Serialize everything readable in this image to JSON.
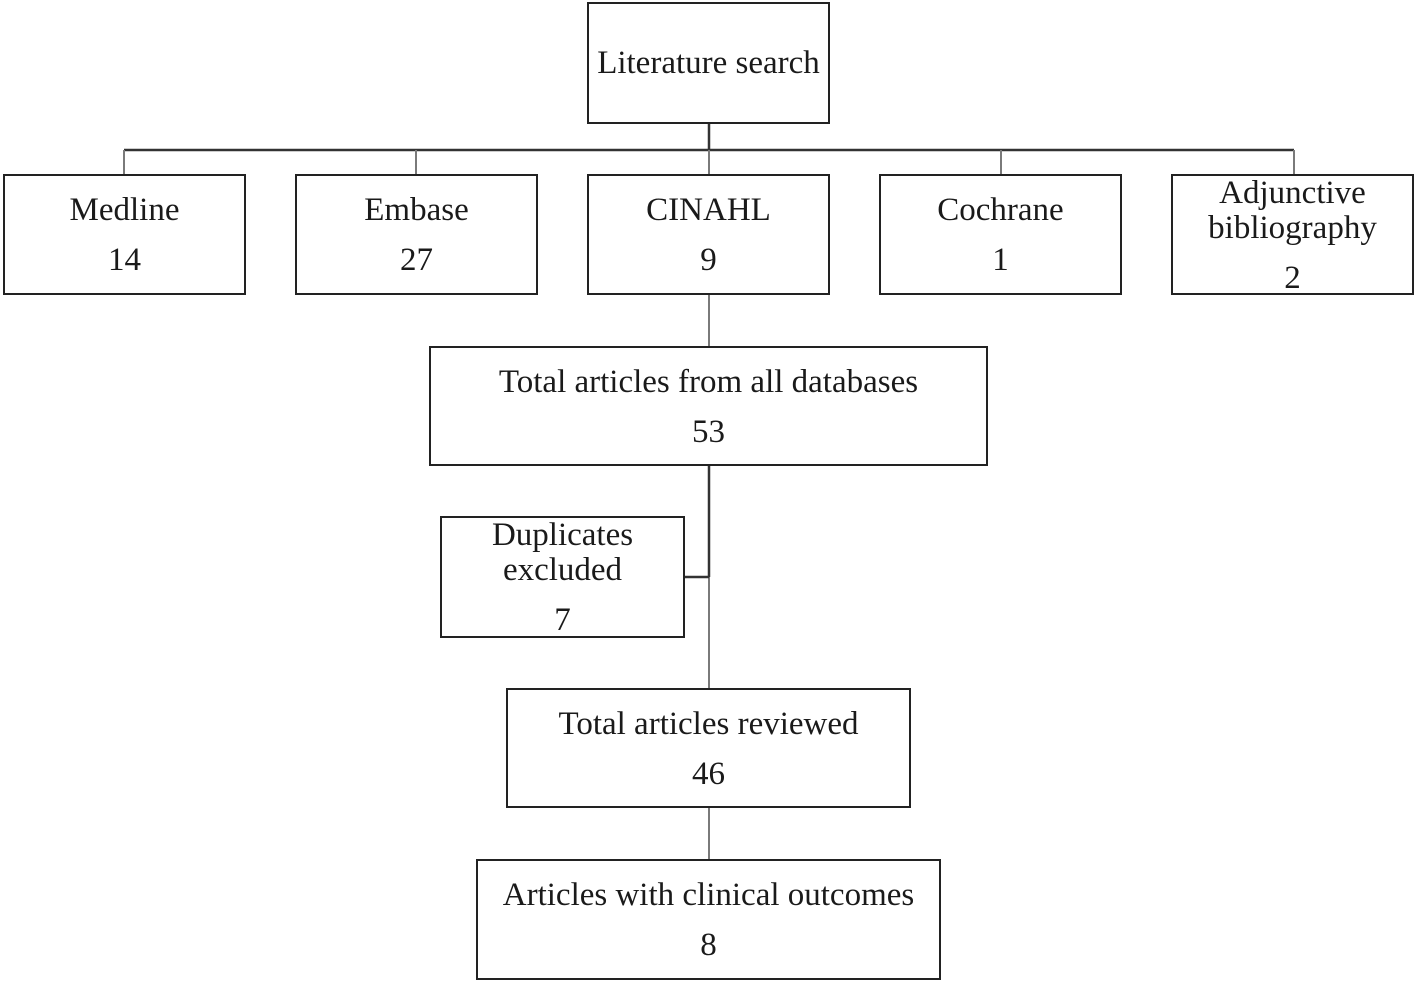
{
  "flowchart": {
    "root": {
      "label": "Literature search"
    },
    "sources": [
      {
        "label": "Medline",
        "count": "14"
      },
      {
        "label": "Embase",
        "count": "27"
      },
      {
        "label": "CINAHL",
        "count": "9"
      },
      {
        "label": "Cochrane",
        "count": "1"
      },
      {
        "label": "Adjunctive bibliography",
        "count": "2"
      }
    ],
    "total": {
      "label": "Total articles from all databases",
      "count": "53"
    },
    "duplicates": {
      "label": "Duplicates excluded",
      "count": "7"
    },
    "reviewed": {
      "label": "Total articles reviewed",
      "count": "46"
    },
    "outcomes": {
      "label": "Articles with clinical outcomes",
      "count": "8"
    }
  }
}
